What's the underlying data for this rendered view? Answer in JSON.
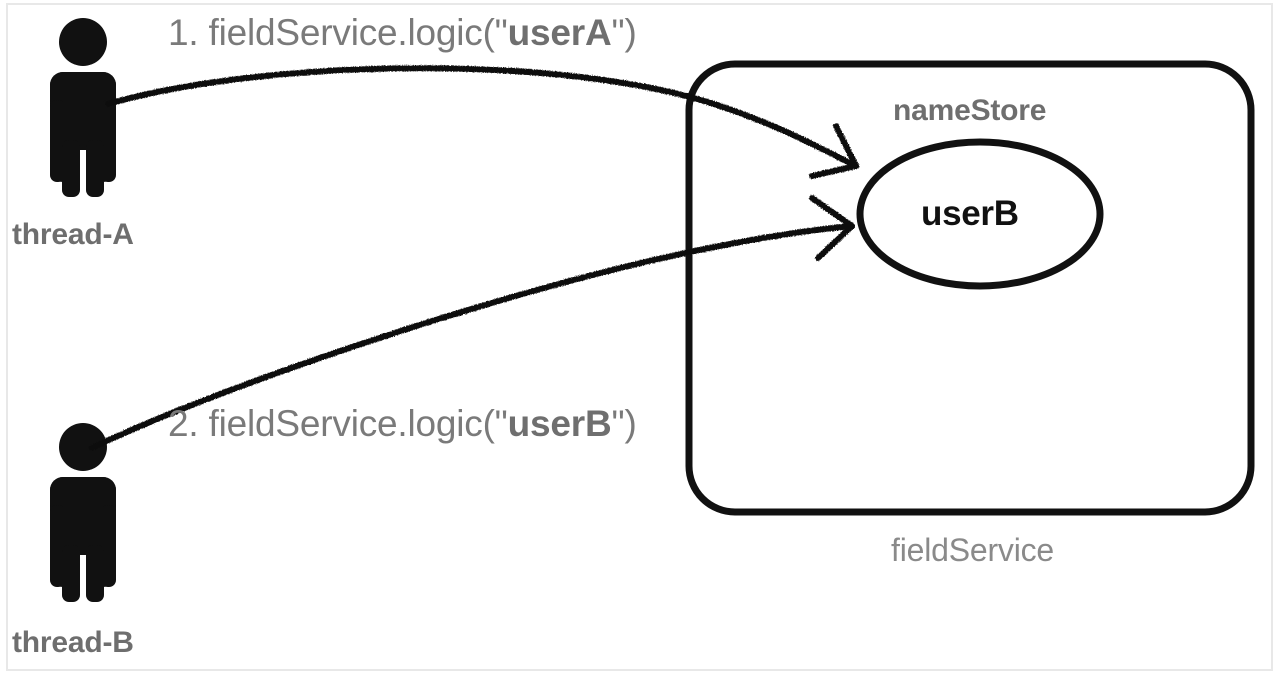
{
  "diagram": {
    "title": "Shared mutable field concurrency diagram",
    "background_color": "#ffffff",
    "frame_border_color": "#e8e8e8",
    "ink_color": "#111111",
    "label_gray": "#7a7a7a",
    "actors": [
      {
        "id": "thread-a",
        "label": "thread-A",
        "icon": "person-icon"
      },
      {
        "id": "thread-b",
        "label": "thread-B",
        "icon": "person-icon"
      }
    ],
    "messages": [
      {
        "index": "1.",
        "prefix": "1. fieldService.logic(\"",
        "emphasis": "userA",
        "suffix": "\")",
        "from": "thread-A",
        "to": "nameStore"
      },
      {
        "index": "2.",
        "prefix": "2. fieldService.logic(\"",
        "emphasis": "userB",
        "suffix": "\")",
        "from": "thread-B",
        "to": "nameStore"
      }
    ],
    "container": {
      "id": "field-service",
      "label": "fieldService",
      "shape": "rounded-rectangle"
    },
    "field": {
      "id": "name-store",
      "label": "nameStore",
      "value": "userB",
      "shape": "ellipse"
    }
  }
}
